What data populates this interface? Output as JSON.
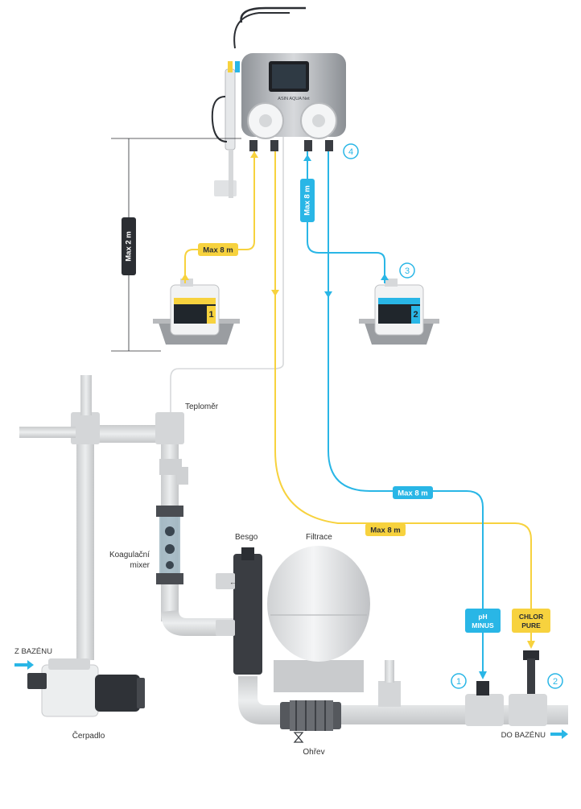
{
  "device": {
    "brand": "ASIN AQUA Net"
  },
  "distances": {
    "max_height": "Max 2 m",
    "yellow_top": "Max 8 m",
    "blue_vertical": "Max 8 m",
    "blue_bottom": "Max 8 m",
    "yellow_bottom": "Max 8 m"
  },
  "labels": {
    "thermometer": "Teploměr",
    "coag_mixer_1": "Koagulační",
    "coag_mixer_2": "mixer",
    "besgo": "Besgo",
    "filtration": "Filtrace",
    "from_pool": "Z BAZÉNU",
    "pump": "Čerpadlo",
    "heating": "Ohřev",
    "to_pool": "DO BAZÉNU"
  },
  "canisters": {
    "left": {
      "number": "1"
    },
    "right": {
      "number": "2"
    }
  },
  "markers": {
    "m1": "1",
    "m2": "2",
    "m3": "3",
    "m4": "4"
  },
  "injectors": {
    "ph_line1": "pH",
    "ph_line2": "MINUS",
    "cl_line1": "CHLOR",
    "cl_line2": "PURE"
  },
  "colors": {
    "blue": "#29b6e6",
    "yellow": "#f7d23e",
    "pipe": "#d9dbdd",
    "dark": "#2b2e33"
  }
}
